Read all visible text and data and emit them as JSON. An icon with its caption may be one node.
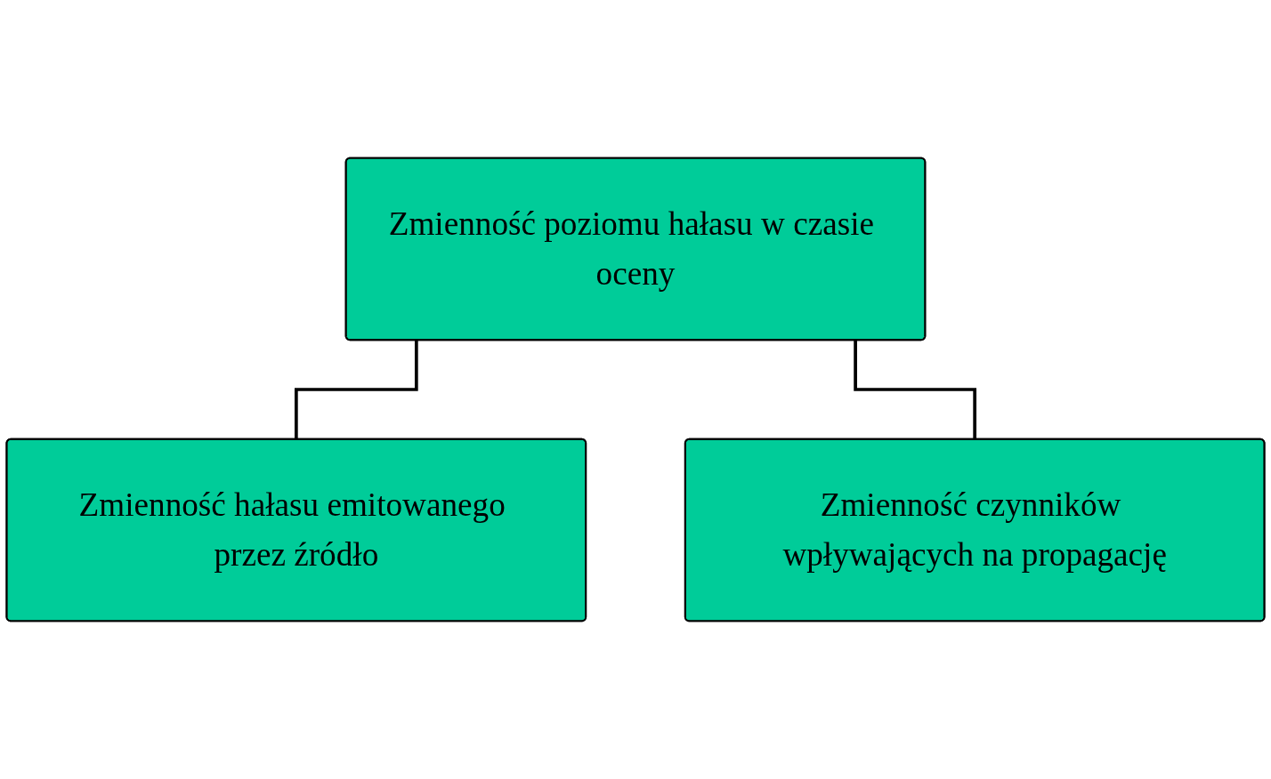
{
  "diagram": {
    "nodes": [
      {
        "text": [
          "Zmienność poziomu hałasu w czasie oceny"
        ]
      },
      {
        "text": [
          "Zmienność hałasu emitowanego przez źródło"
        ]
      },
      {
        "text": [
          "Zmienność czynników wpływających na propagację"
        ]
      }
    ],
    "edges": [
      {
        "from": 0,
        "to": 1,
        "arrow": "none"
      },
      {
        "from": 0,
        "to": 2,
        "arrow": "none"
      }
    ]
  }
}
